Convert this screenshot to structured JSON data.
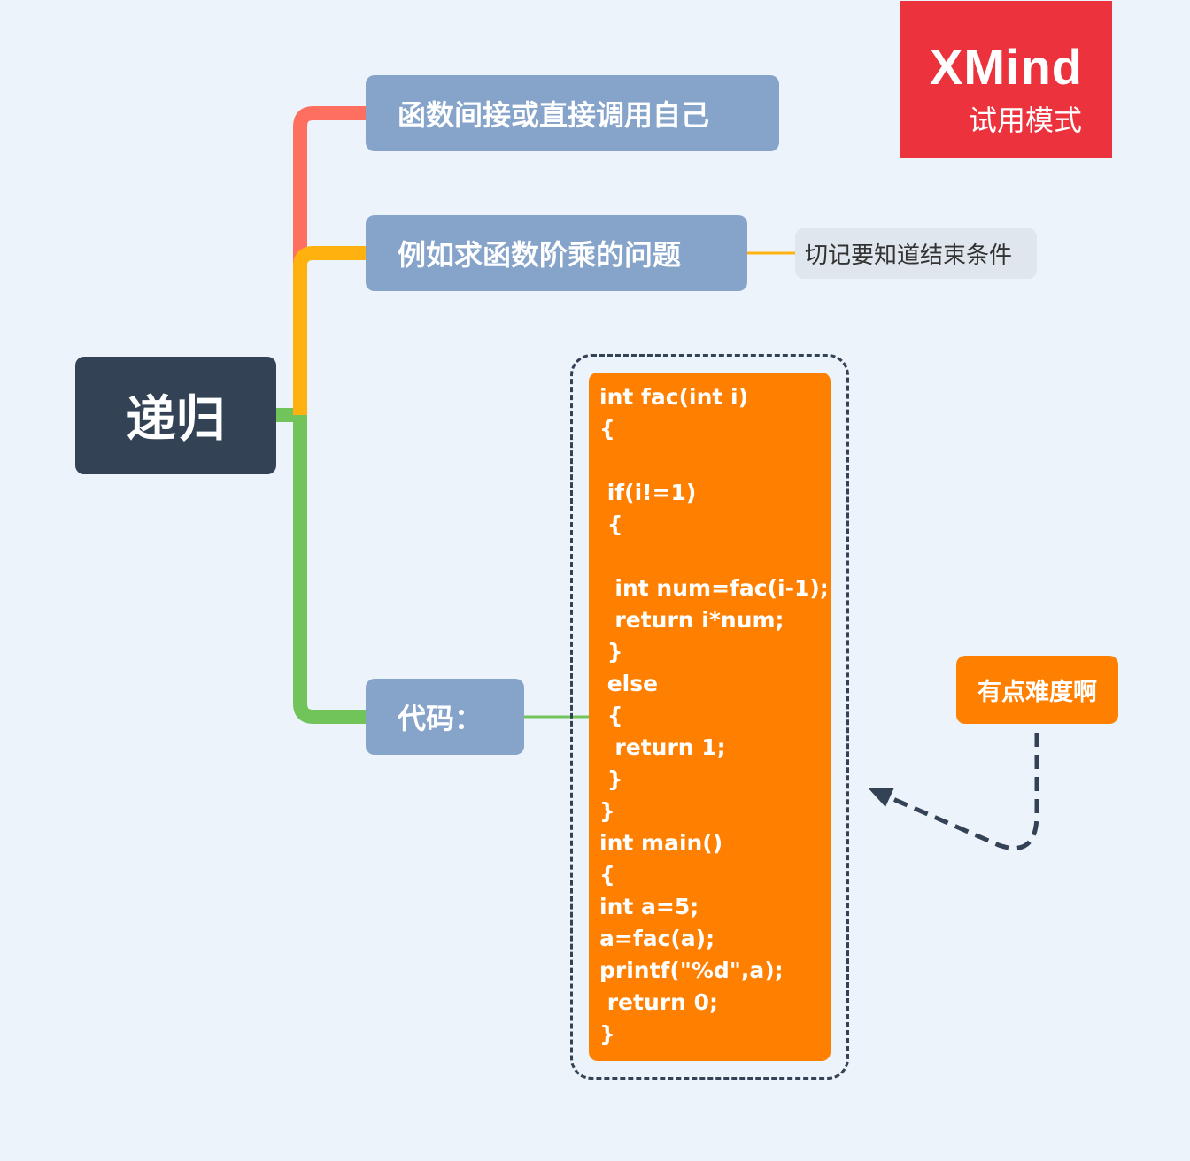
{
  "mindmap": {
    "root": "递归",
    "topics": [
      {
        "label": "函数间接或直接调用自己",
        "branch_color": "#ff6f5f"
      },
      {
        "label": "例如求函数阶乘的问题",
        "branch_color": "#ffb20f",
        "note": "切记要知道结束条件"
      },
      {
        "label": "代码：",
        "branch_color": "#70c45a"
      }
    ],
    "code": {
      "lines": [
        "int fac(int i)",
        "{",
        "",
        " if(i!=1)",
        " {",
        "",
        "  int num=fac(i-1);",
        "  return i*num;",
        " }",
        " else",
        " {",
        "  return 1;",
        " }",
        "}",
        "int main()",
        "{",
        "int a=5;",
        "a=fac(a);",
        "printf(\"%d\",a);",
        " return 0;",
        "}"
      ]
    },
    "callout": "有点难度啊"
  },
  "watermark": {
    "title": "XMind",
    "subtitle": "试用模式",
    "color": "#ec323c"
  },
  "colors": {
    "background": "#ecf3fa",
    "root": "#344256",
    "topic": "#86a3c9",
    "code_box": "#ff7f00"
  }
}
